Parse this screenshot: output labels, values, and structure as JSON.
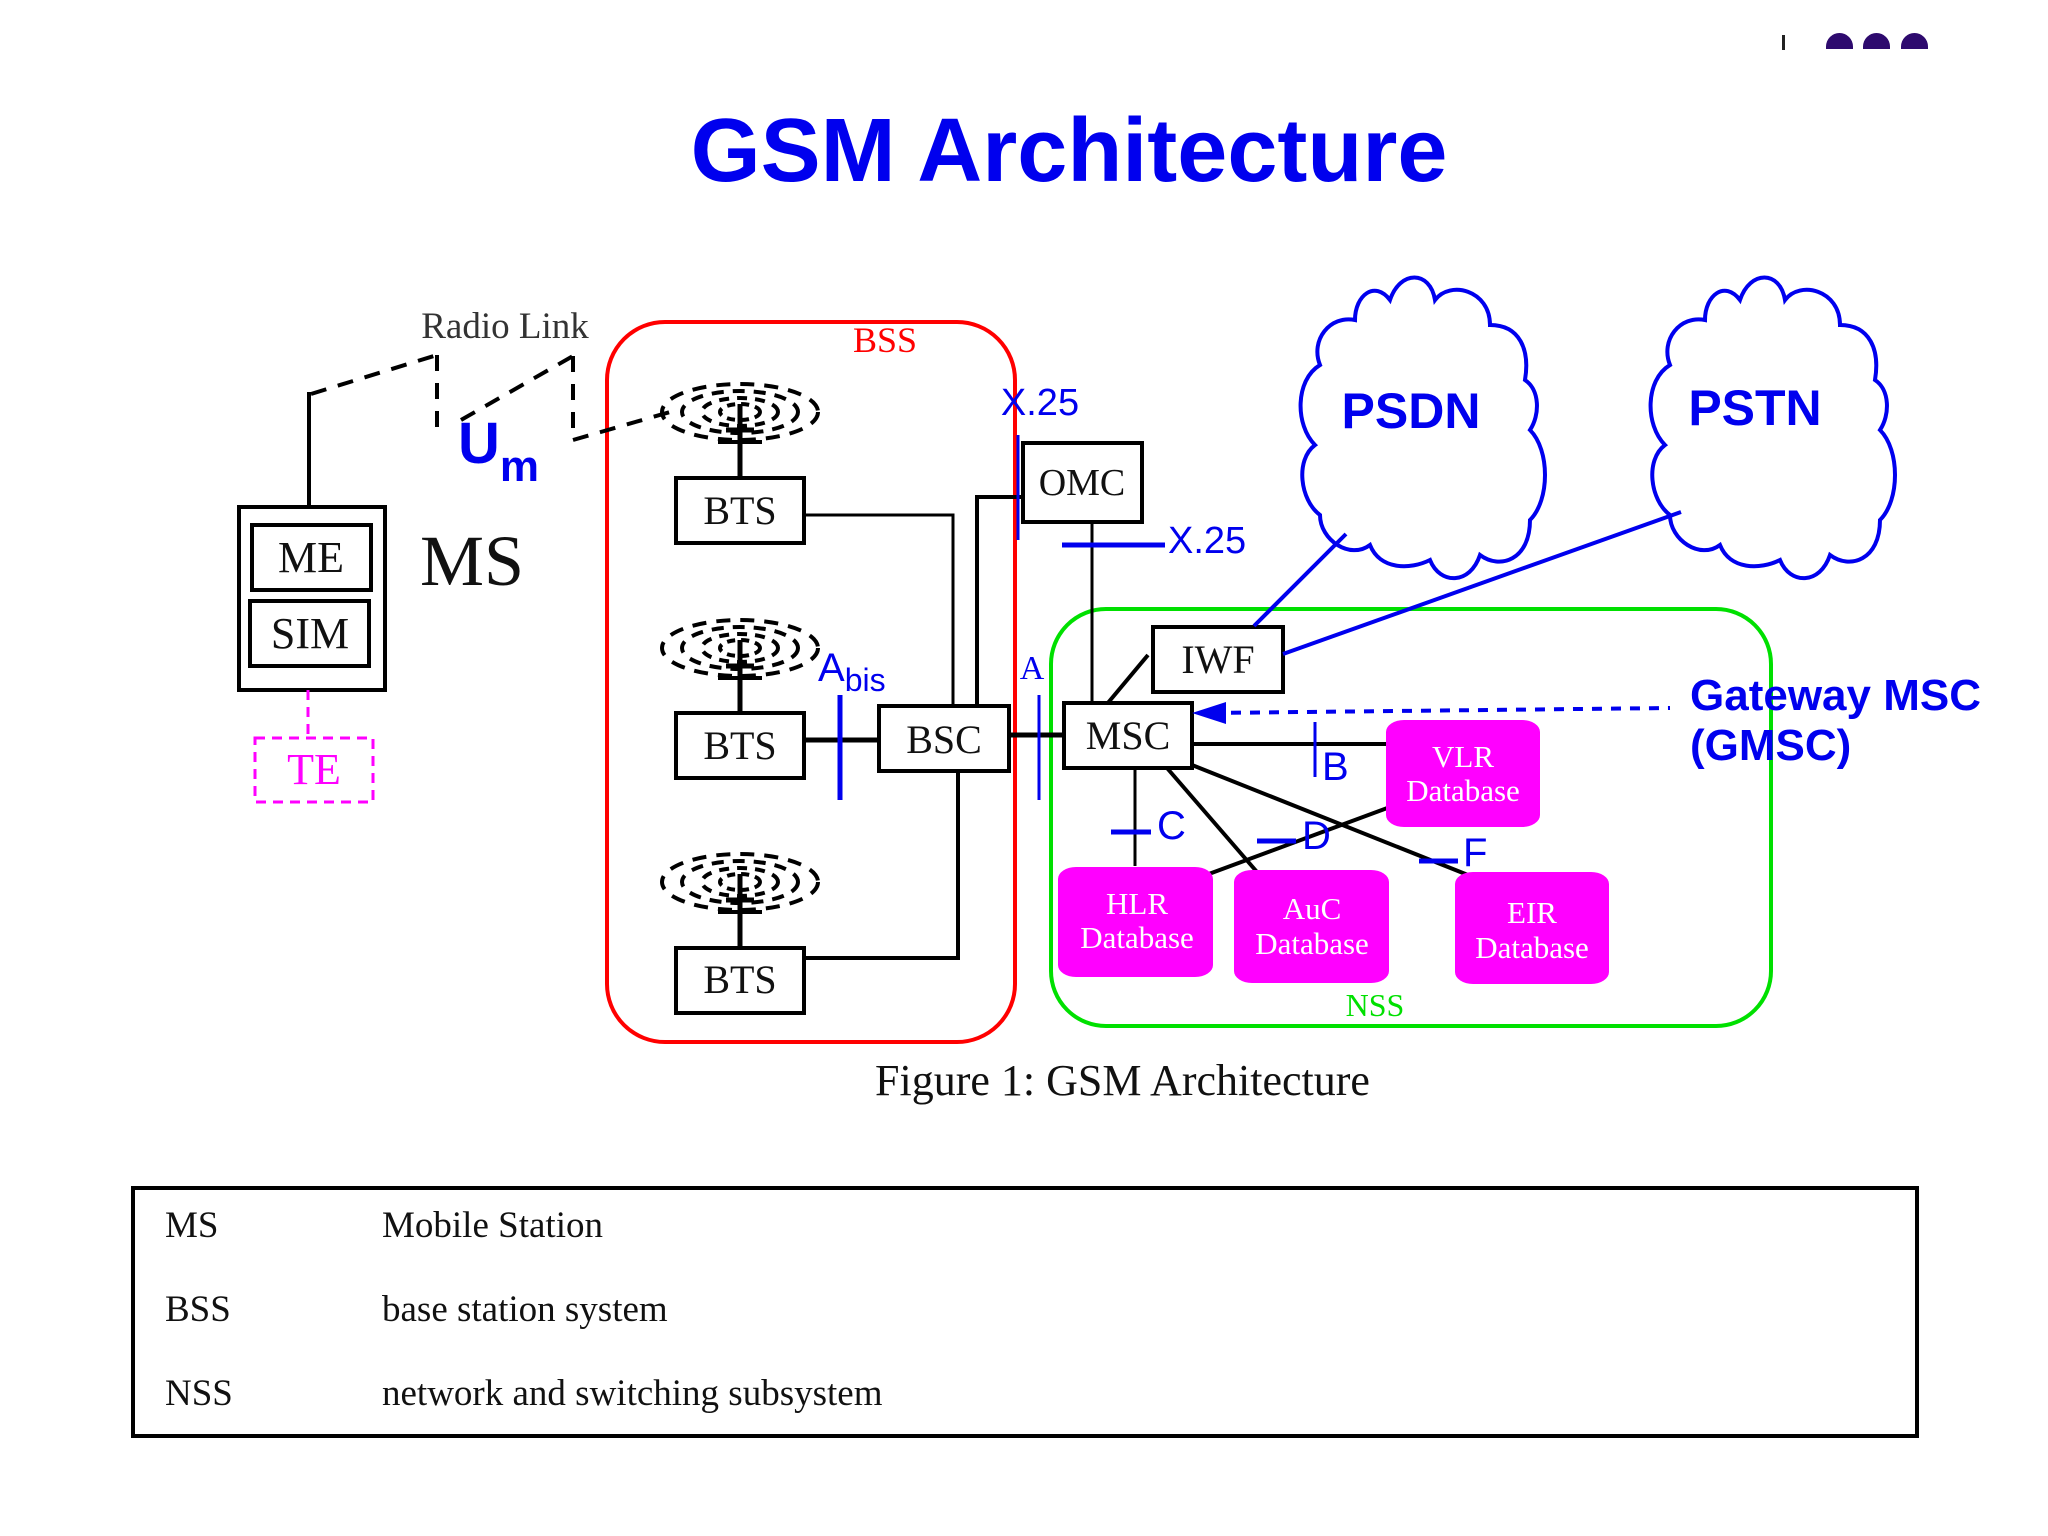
{
  "slide": {
    "title": "GSM Architecture",
    "page_indicator": {
      "dots": 3,
      "dot_color": "#2e0a6e"
    }
  },
  "figure": {
    "caption": "Figure 1: GSM Architecture",
    "colors": {
      "bss_boundary": "#ff0000",
      "nss_boundary": "#00e000",
      "interface": "#0000ee",
      "database_fill": "#ff00ff",
      "te_color": "#ff00ff",
      "line": "#000000"
    },
    "mobile_station": {
      "label": "MS",
      "me": "ME",
      "sim": "SIM",
      "te": "TE"
    },
    "radio_link": {
      "label": "Radio Link",
      "interface": "U",
      "interface_sub": "m"
    },
    "bss": {
      "label": "BSS",
      "bts": [
        "BTS",
        "BTS",
        "BTS"
      ],
      "bsc": "BSC",
      "abis": "A",
      "abis_sub": "bis"
    },
    "interfaces": {
      "a": "A",
      "x25_top": "X.25",
      "x25_right": "X.25",
      "b": "B",
      "c": "C",
      "d": "D",
      "f": "F"
    },
    "nss": {
      "label": "NSS",
      "omc": "OMC",
      "iwf": "IWF",
      "msc": "MSC",
      "databases": [
        {
          "name": "VLR",
          "sub": "Database"
        },
        {
          "name": "HLR",
          "sub": "Database"
        },
        {
          "name": "AuC",
          "sub": "Database"
        },
        {
          "name": "EIR",
          "sub": "Database"
        }
      ]
    },
    "networks": {
      "psdn": "PSDN",
      "pstn": "PSTN"
    },
    "gateway": {
      "line1": "Gateway MSC",
      "line2": "(GMSC)"
    }
  },
  "legend": {
    "rows": [
      {
        "abbr": "MS",
        "desc": "Mobile Station"
      },
      {
        "abbr": "BSS",
        "desc": "base station system"
      },
      {
        "abbr": "NSS",
        "desc": "network and switching subsystem"
      }
    ]
  }
}
